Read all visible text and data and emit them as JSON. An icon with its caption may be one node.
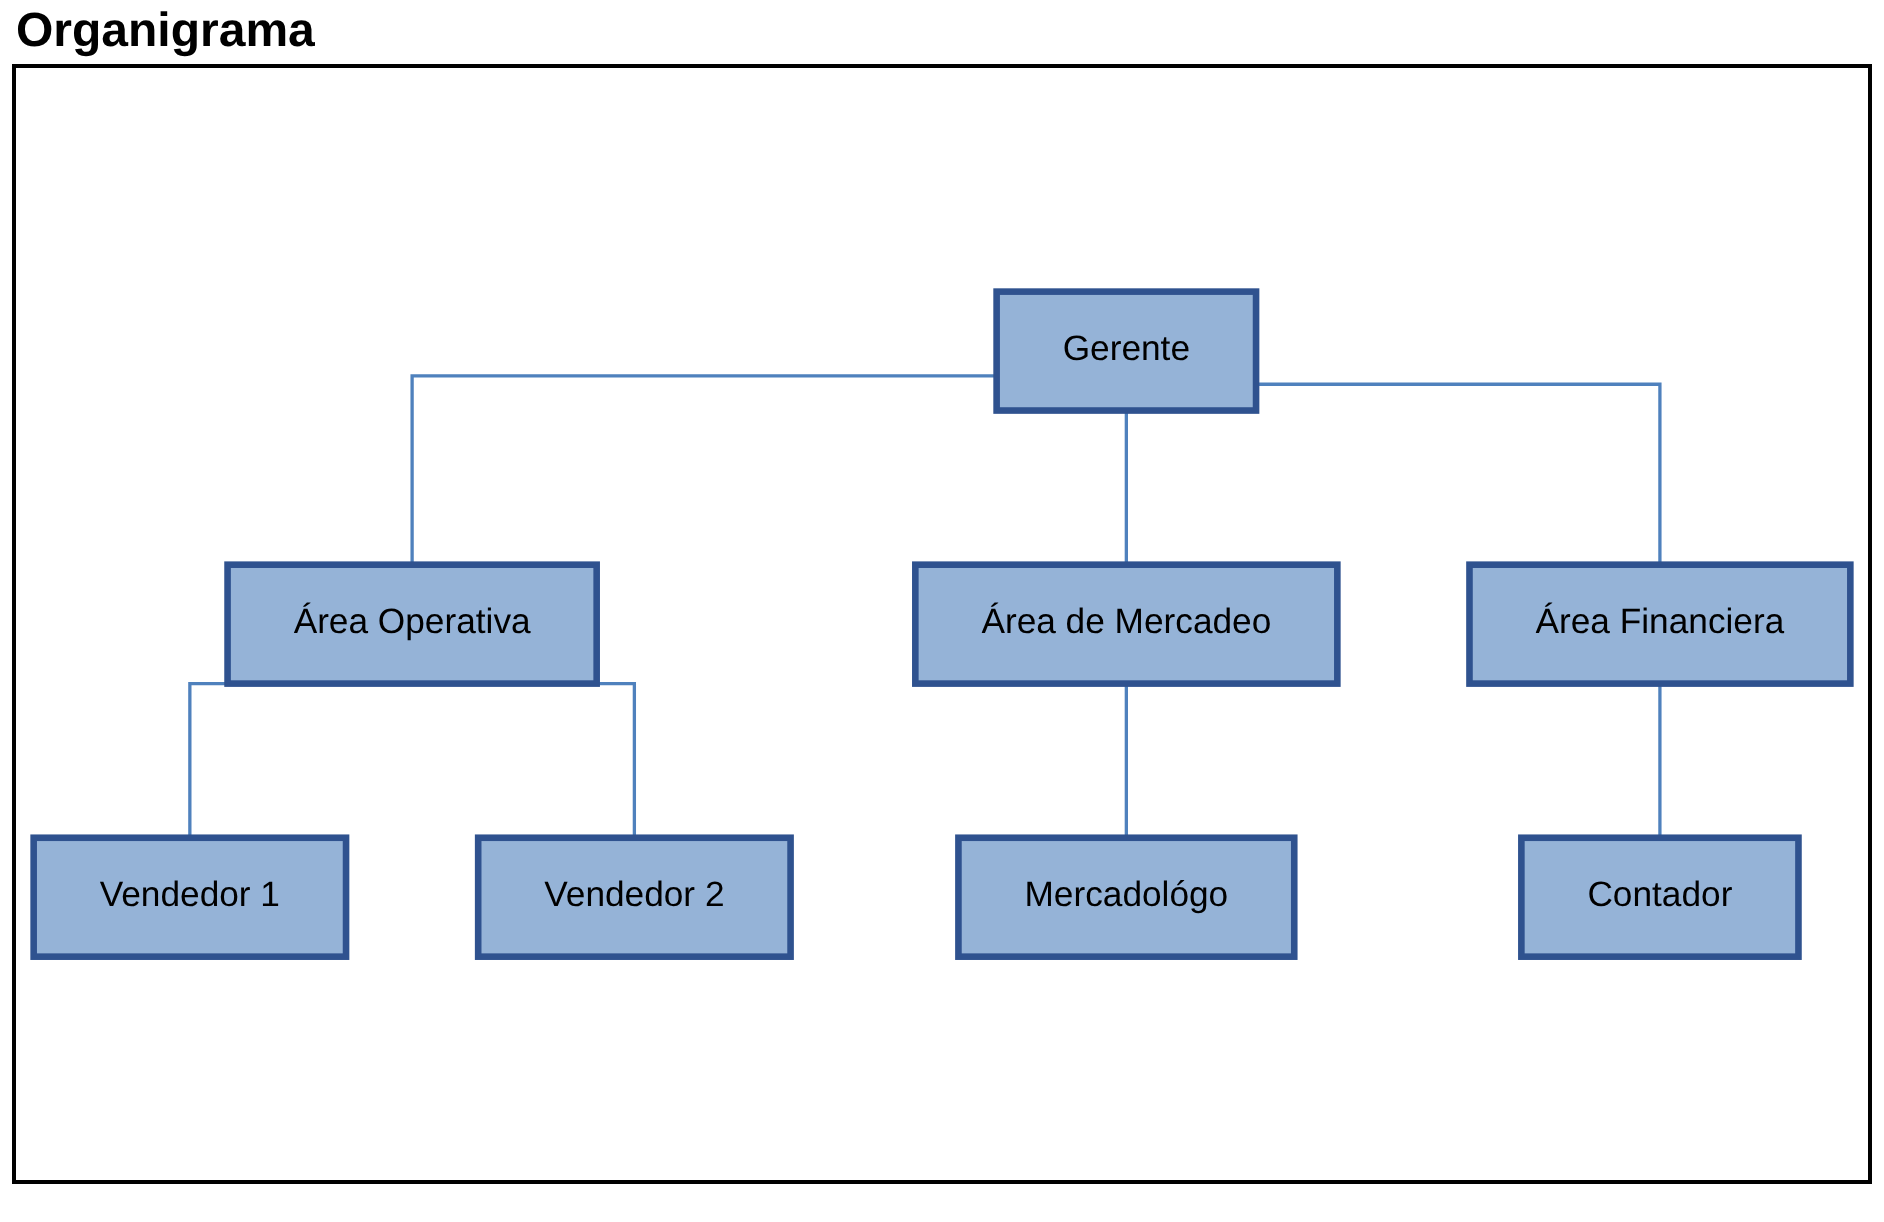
{
  "diagram": {
    "title": "Organigrama",
    "nodes": [
      {
        "text": [
          "Gerente"
        ]
      },
      {
        "text": [
          "Área Operativa"
        ]
      },
      {
        "text": [
          "Área de Mercadeo"
        ]
      },
      {
        "text": [
          "Área Financiera"
        ]
      },
      {
        "text": [
          "Contador"
        ]
      },
      {
        "text": [
          "Mercadológo"
        ]
      },
      {
        "text": [
          "Vendedor 1"
        ]
      },
      {
        "text": [
          "Vendedor 2"
        ]
      }
    ],
    "edges": [
      {
        "from": 0,
        "to": 1,
        "arrow": "none"
      },
      {
        "from": 0,
        "to": 2,
        "arrow": "none"
      },
      {
        "from": 0,
        "to": 3,
        "arrow": "none"
      },
      {
        "from": 3,
        "to": 4,
        "arrow": "none"
      },
      {
        "from": 2,
        "to": 5,
        "arrow": "none"
      },
      {
        "from": 1,
        "to": 6,
        "arrow": "none"
      },
      {
        "from": 1,
        "to": 7,
        "arrow": "none"
      }
    ]
  }
}
